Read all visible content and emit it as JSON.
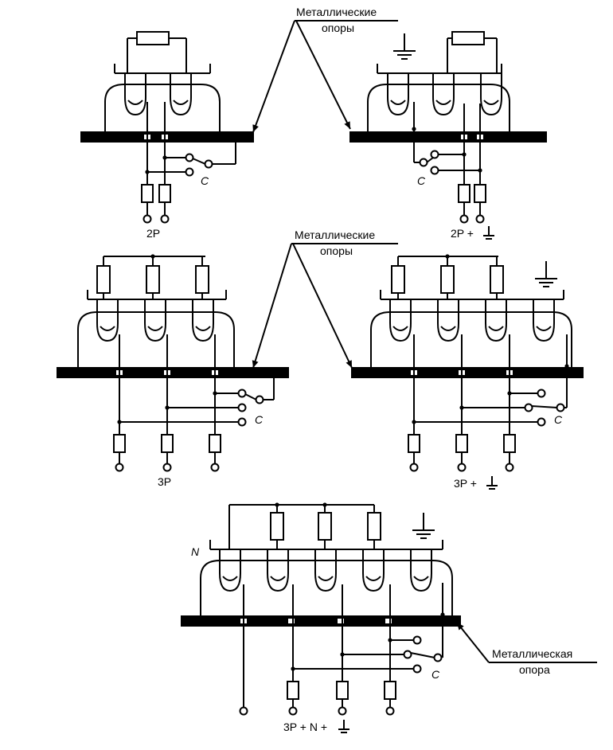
{
  "labels": {
    "supports_top_1": "Металлические",
    "supports_top_2": "опоры",
    "supports_mid_1": "Металлические",
    "supports_mid_2": "опоры",
    "support_bottom_1": "Металлическая",
    "support_bottom_2": "опора",
    "c": "C",
    "n": "N"
  },
  "captions": {
    "d1": "2P",
    "d2": "2P +",
    "d3": "3P",
    "d4": "3P +",
    "d5": "3P + N +"
  }
}
